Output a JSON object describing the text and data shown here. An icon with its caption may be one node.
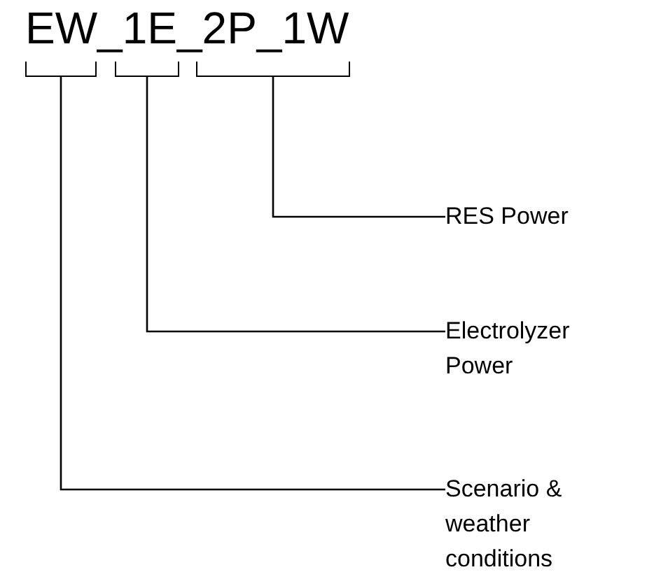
{
  "diagram": {
    "nodes": [
      {
        "text": [],
        "shape": "bracket"
      },
      {
        "text": [],
        "shape": "bracket"
      },
      {
        "text": [],
        "shape": "bracket"
      },
      {
        "text": [
          "RES Power"
        ]
      },
      {
        "text": [
          "Electrolyzer Power"
        ]
      },
      {
        "text": [
          "Scenario & weather conditions"
        ]
      }
    ],
    "edges": [
      {
        "from": 3,
        "to": 2,
        "arrow": "none"
      },
      {
        "from": 4,
        "to": 1,
        "arrow": "none"
      },
      {
        "from": 5,
        "to": 0,
        "arrow": "none"
      }
    ],
    "labels": [
      "EW_1E_2P_1W"
    ]
  }
}
